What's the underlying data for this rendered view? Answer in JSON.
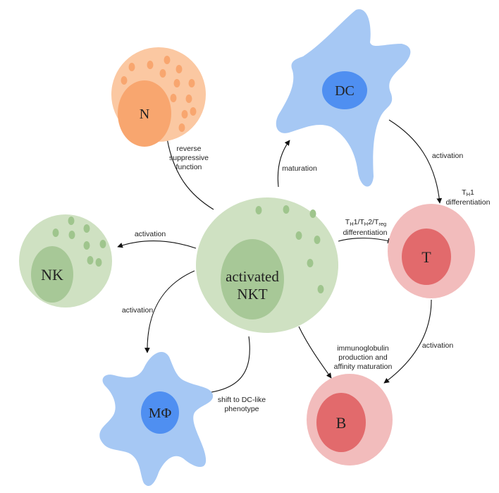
{
  "colors": {
    "green_outer": "#cfe1c2",
    "green_nucleus": "#a7c897",
    "green_dot": "#9fc58d",
    "orange_outer": "#fbc8a2",
    "orange_nucleus": "#f8a66f",
    "orange_dot": "#f8a66f",
    "blue_outer": "#a6c8f4",
    "blue_nucleus": "#4f8ff1",
    "pink_outer": "#f2bcbc",
    "pink_nucleus": "#e26a6c",
    "arrow": "#111111"
  },
  "cells": {
    "nkt": {
      "line1": "activated",
      "line2": "NKT"
    },
    "n": {
      "label": "N"
    },
    "dc": {
      "label": "DC"
    },
    "nk": {
      "label": "NK"
    },
    "t": {
      "label": "T"
    },
    "b": {
      "label": "B"
    },
    "mphi": {
      "label": "MΦ"
    }
  },
  "edges": {
    "nkt_to_n": {
      "line1": "reverse",
      "line2": "suppressive",
      "line3": "function"
    },
    "nkt_to_dc": {
      "label": "maturation"
    },
    "dc_to_t": {
      "label": "activation"
    },
    "th1": {
      "t": "T",
      "sub": "H",
      "tail": "1",
      "line2": "differentiation"
    },
    "nkt_to_t": {
      "t1": "T",
      "sub1": "H",
      "mid1": "1/T",
      "sub2": "H",
      "mid2": "2/T",
      "sub3": "reg",
      "line2": "differentiation"
    },
    "nkt_to_nk": {
      "label": "activation"
    },
    "nkt_to_mphi": {
      "label": "activation"
    },
    "nkt_to_mphi_shift": {
      "line1": "shift to DC-like",
      "line2": "phenotype"
    },
    "nkt_to_b": {
      "line1": "immunoglobulin",
      "line2": "production and",
      "line3": "affinity maturation"
    },
    "t_to_b": {
      "label": "activation"
    }
  }
}
